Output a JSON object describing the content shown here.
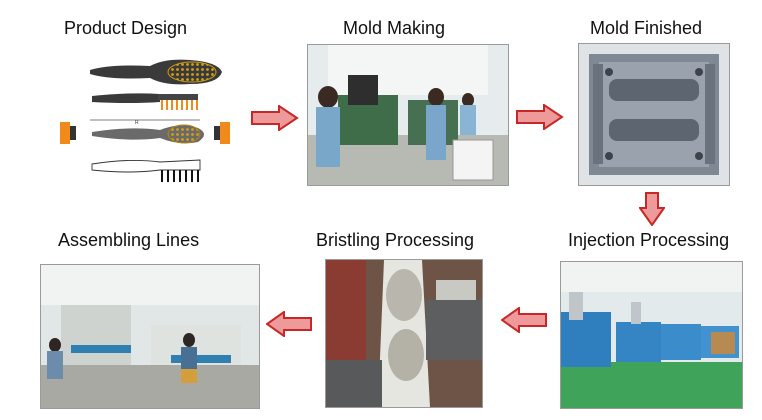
{
  "steps": [
    {
      "id": "product-design",
      "title": "Product Design"
    },
    {
      "id": "mold-making",
      "title": "Mold Making"
    },
    {
      "id": "mold-finished",
      "title": "Mold Finished"
    },
    {
      "id": "injection-processing",
      "title": "Injection Processing"
    },
    {
      "id": "bristling-processing",
      "title": "Bristling Processing"
    },
    {
      "id": "assembling-lines",
      "title": "Assembling Lines"
    }
  ],
  "colors": {
    "arrow_fill": "#ef9a9a",
    "arrow_stroke": "#c62828"
  }
}
